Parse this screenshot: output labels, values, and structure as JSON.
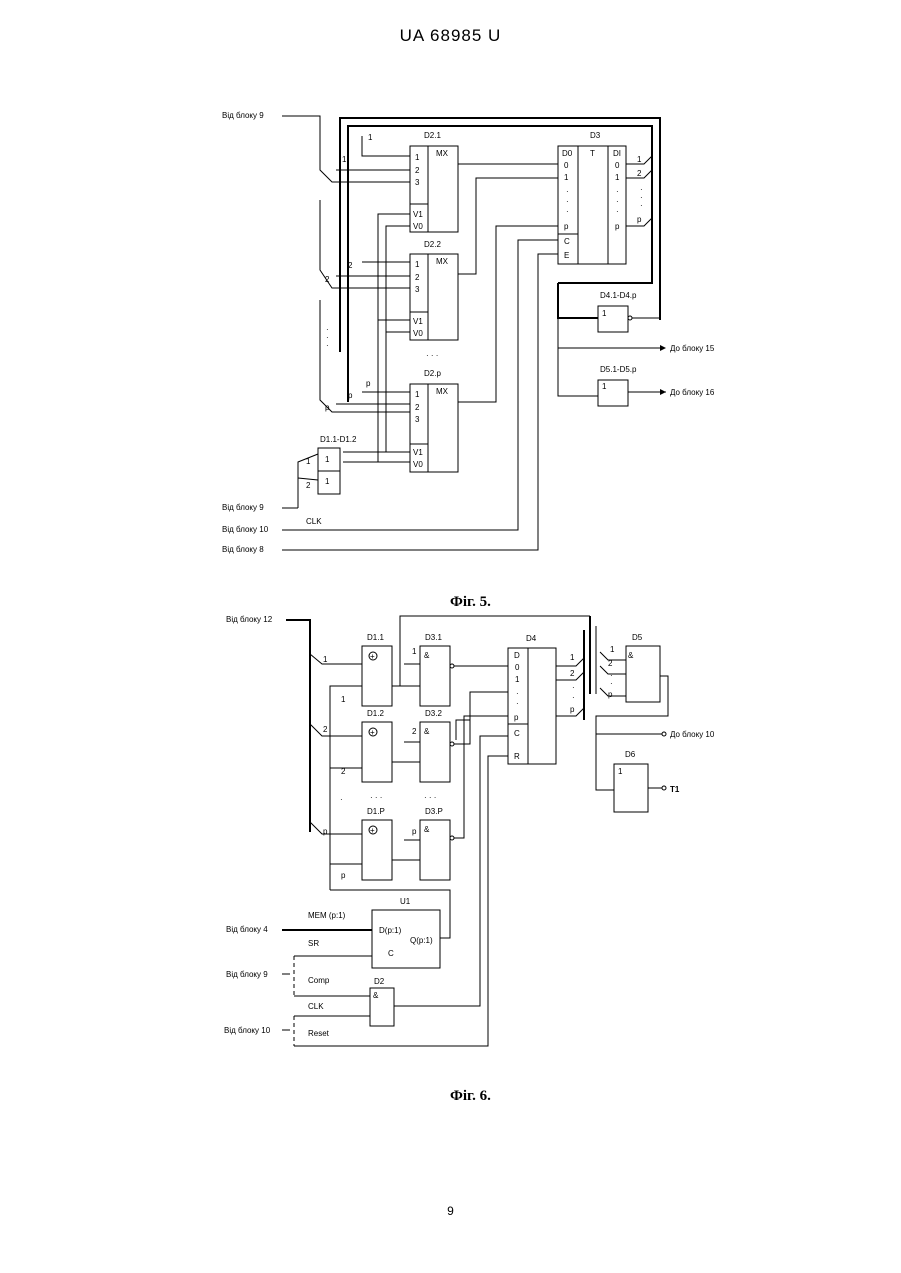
{
  "header": "UA   68985   U",
  "page_number": "9",
  "fig5": {
    "caption": "Фіг. 5.",
    "inputs": {
      "top": "Від блоку 9",
      "bottom9": "Від блоку 9",
      "b10": "Від блоку 10",
      "b8": "Від блоку 8",
      "clk": "CLK"
    },
    "outputs": {
      "to15": "До блоку 15",
      "to16": "До блоку 16"
    },
    "mux_label": "MX",
    "mux": [
      {
        "name": "D2.1",
        "in": [
          "1",
          "2",
          "3"
        ],
        "sel": [
          "V1",
          "V0"
        ]
      },
      {
        "name": "D2.2",
        "in": [
          "1",
          "2",
          "3"
        ],
        "sel": [
          "V1",
          "V0"
        ]
      },
      {
        "name": "D2.p",
        "in": [
          "1",
          "2",
          "3"
        ],
        "sel": [
          "V1",
          "V0"
        ]
      }
    ],
    "dots": "· · ·",
    "d1": {
      "name": "D1.1-D1.2",
      "cells": [
        "1",
        "1"
      ],
      "pins": [
        "1",
        "2"
      ]
    },
    "d3": {
      "name": "D3",
      "type": "T",
      "left": [
        "D0",
        "0",
        "1",
        "·",
        "·",
        "·",
        "p"
      ],
      "ctl": [
        "C",
        "E"
      ],
      "right_head": "DI",
      "right": [
        "0",
        "1",
        "·",
        "·",
        "·",
        "p"
      ],
      "outs": [
        "1",
        "2",
        "·",
        "·",
        "·",
        "p"
      ]
    },
    "d4": {
      "name": "D4.1-D4.p",
      "cell": "1"
    },
    "d5": {
      "name": "D5.1-D5.p",
      "cell": "1"
    },
    "bus_labels": [
      "1",
      "1",
      "2",
      "2",
      "·",
      "·",
      "·",
      "p",
      "p",
      "p"
    ]
  },
  "fig6": {
    "caption": "Фіг. 6.",
    "inputs": {
      "b12": "Від блоку 12",
      "b4": "Від блоку 4",
      "b9": "Від блоку 9",
      "b10": "Від блоку 10"
    },
    "signals": {
      "mem": "MEM (p:1)",
      "sr": "SR",
      "comp": "Comp",
      "clk": "CLK",
      "reset": "Reset"
    },
    "outputs": {
      "to10": "До блоку 10",
      "t1": "T1"
    },
    "xor": [
      {
        "name": "D1.1",
        "sym": "+"
      },
      {
        "name": "D1.2",
        "sym": "+"
      },
      {
        "name": "D1.P",
        "sym": "+"
      }
    ],
    "and": [
      {
        "name": "D3.1",
        "sym": "&"
      },
      {
        "name": "D3.2",
        "sym": "&"
      },
      {
        "name": "D3.P",
        "sym": "&"
      }
    ],
    "row_labels": [
      "1",
      "1",
      "1",
      "2",
      "2",
      "2",
      "p",
      "p",
      "p"
    ],
    "d4": {
      "name": "D4",
      "pins": [
        "D",
        "0",
        "1",
        "·",
        "·",
        "p",
        "C",
        "R"
      ],
      "outs": [
        "1",
        "2",
        "·",
        "·",
        "p"
      ]
    },
    "d5": {
      "name": "D5",
      "sym": "&",
      "ins": [
        "1",
        "2",
        "·",
        "·",
        "p"
      ]
    },
    "d6": {
      "name": "D6",
      "sym": "1"
    },
    "u1": {
      "name": "U1",
      "d": "D(p:1)",
      "c": "C",
      "q": "Q(p:1)"
    },
    "d2": {
      "name": "D2",
      "sym": "&"
    }
  }
}
